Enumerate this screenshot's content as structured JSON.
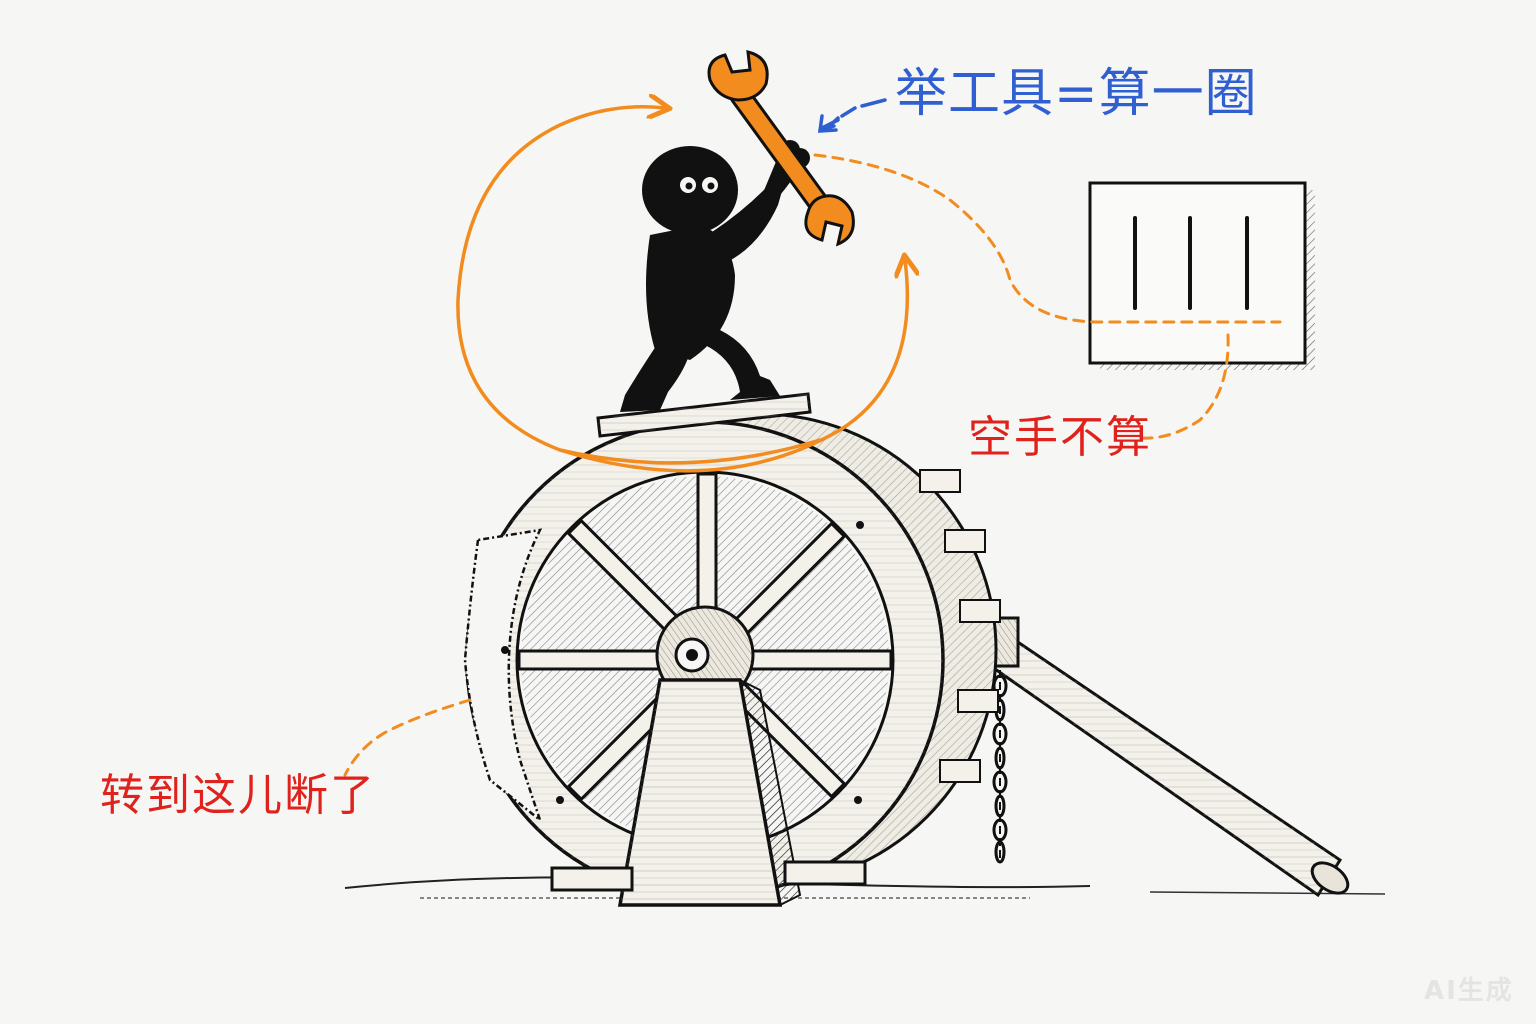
{
  "annotations": {
    "tool_label": "举工具=算一圈",
    "empty_hand_label": "空手不算",
    "broken_label": "转到这儿断了"
  },
  "tally_marks": {
    "count": 3
  },
  "watermark": "AI生成",
  "colors": {
    "background": "#f6f6f4",
    "ink": "#111111",
    "orange": "#f28c1e",
    "blue": "#2f5fd0",
    "red": "#e0221c",
    "wood": "#f3f1ea"
  },
  "icons": [
    "wrench-icon",
    "stick-figure",
    "water-wheel",
    "tally-board",
    "chain-icon"
  ]
}
